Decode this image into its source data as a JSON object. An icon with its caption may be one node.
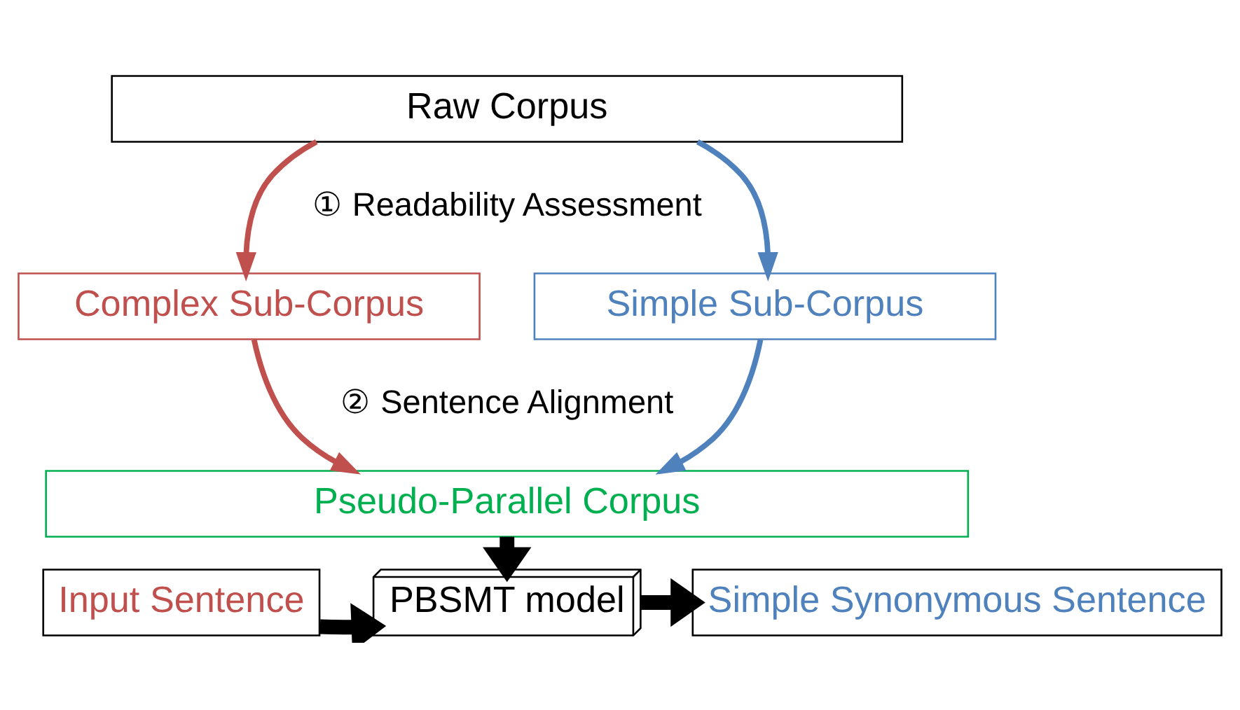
{
  "diagram": {
    "nodes": [
      {
        "text": [
          "Raw Corpus"
        ]
      },
      {
        "text": [
          "Complex Sub-Corpus"
        ]
      },
      {
        "text": [
          "Simple Sub-Corpus"
        ]
      },
      {
        "text": [
          "Pseudo-Parallel Corpus"
        ]
      },
      {
        "text": [
          "Input Sentence"
        ]
      },
      {
        "text": [
          "PBSMT model"
        ]
      },
      {
        "text": [
          "Simple Synonymous Sentence"
        ]
      }
    ],
    "edges": [
      {
        "from": 0,
        "to": 1,
        "arrow": "to",
        "color": "#c0504d"
      },
      {
        "from": 0,
        "to": 2,
        "arrow": "to",
        "color": "#4f81bd"
      },
      {
        "from": 1,
        "to": 3,
        "arrow": "to",
        "color": "#c0504d"
      },
      {
        "from": 2,
        "to": 3,
        "arrow": "to",
        "color": "#4f81bd"
      },
      {
        "from": 3,
        "to": 5,
        "arrow": "to",
        "style": "thick"
      },
      {
        "from": 4,
        "to": 5,
        "arrow": "to",
        "style": "thick"
      },
      {
        "from": 5,
        "to": 6,
        "arrow": "to",
        "style": "thick"
      }
    ],
    "labels": [
      "① Readability Assessment",
      "② Sentence Alignment"
    ]
  }
}
